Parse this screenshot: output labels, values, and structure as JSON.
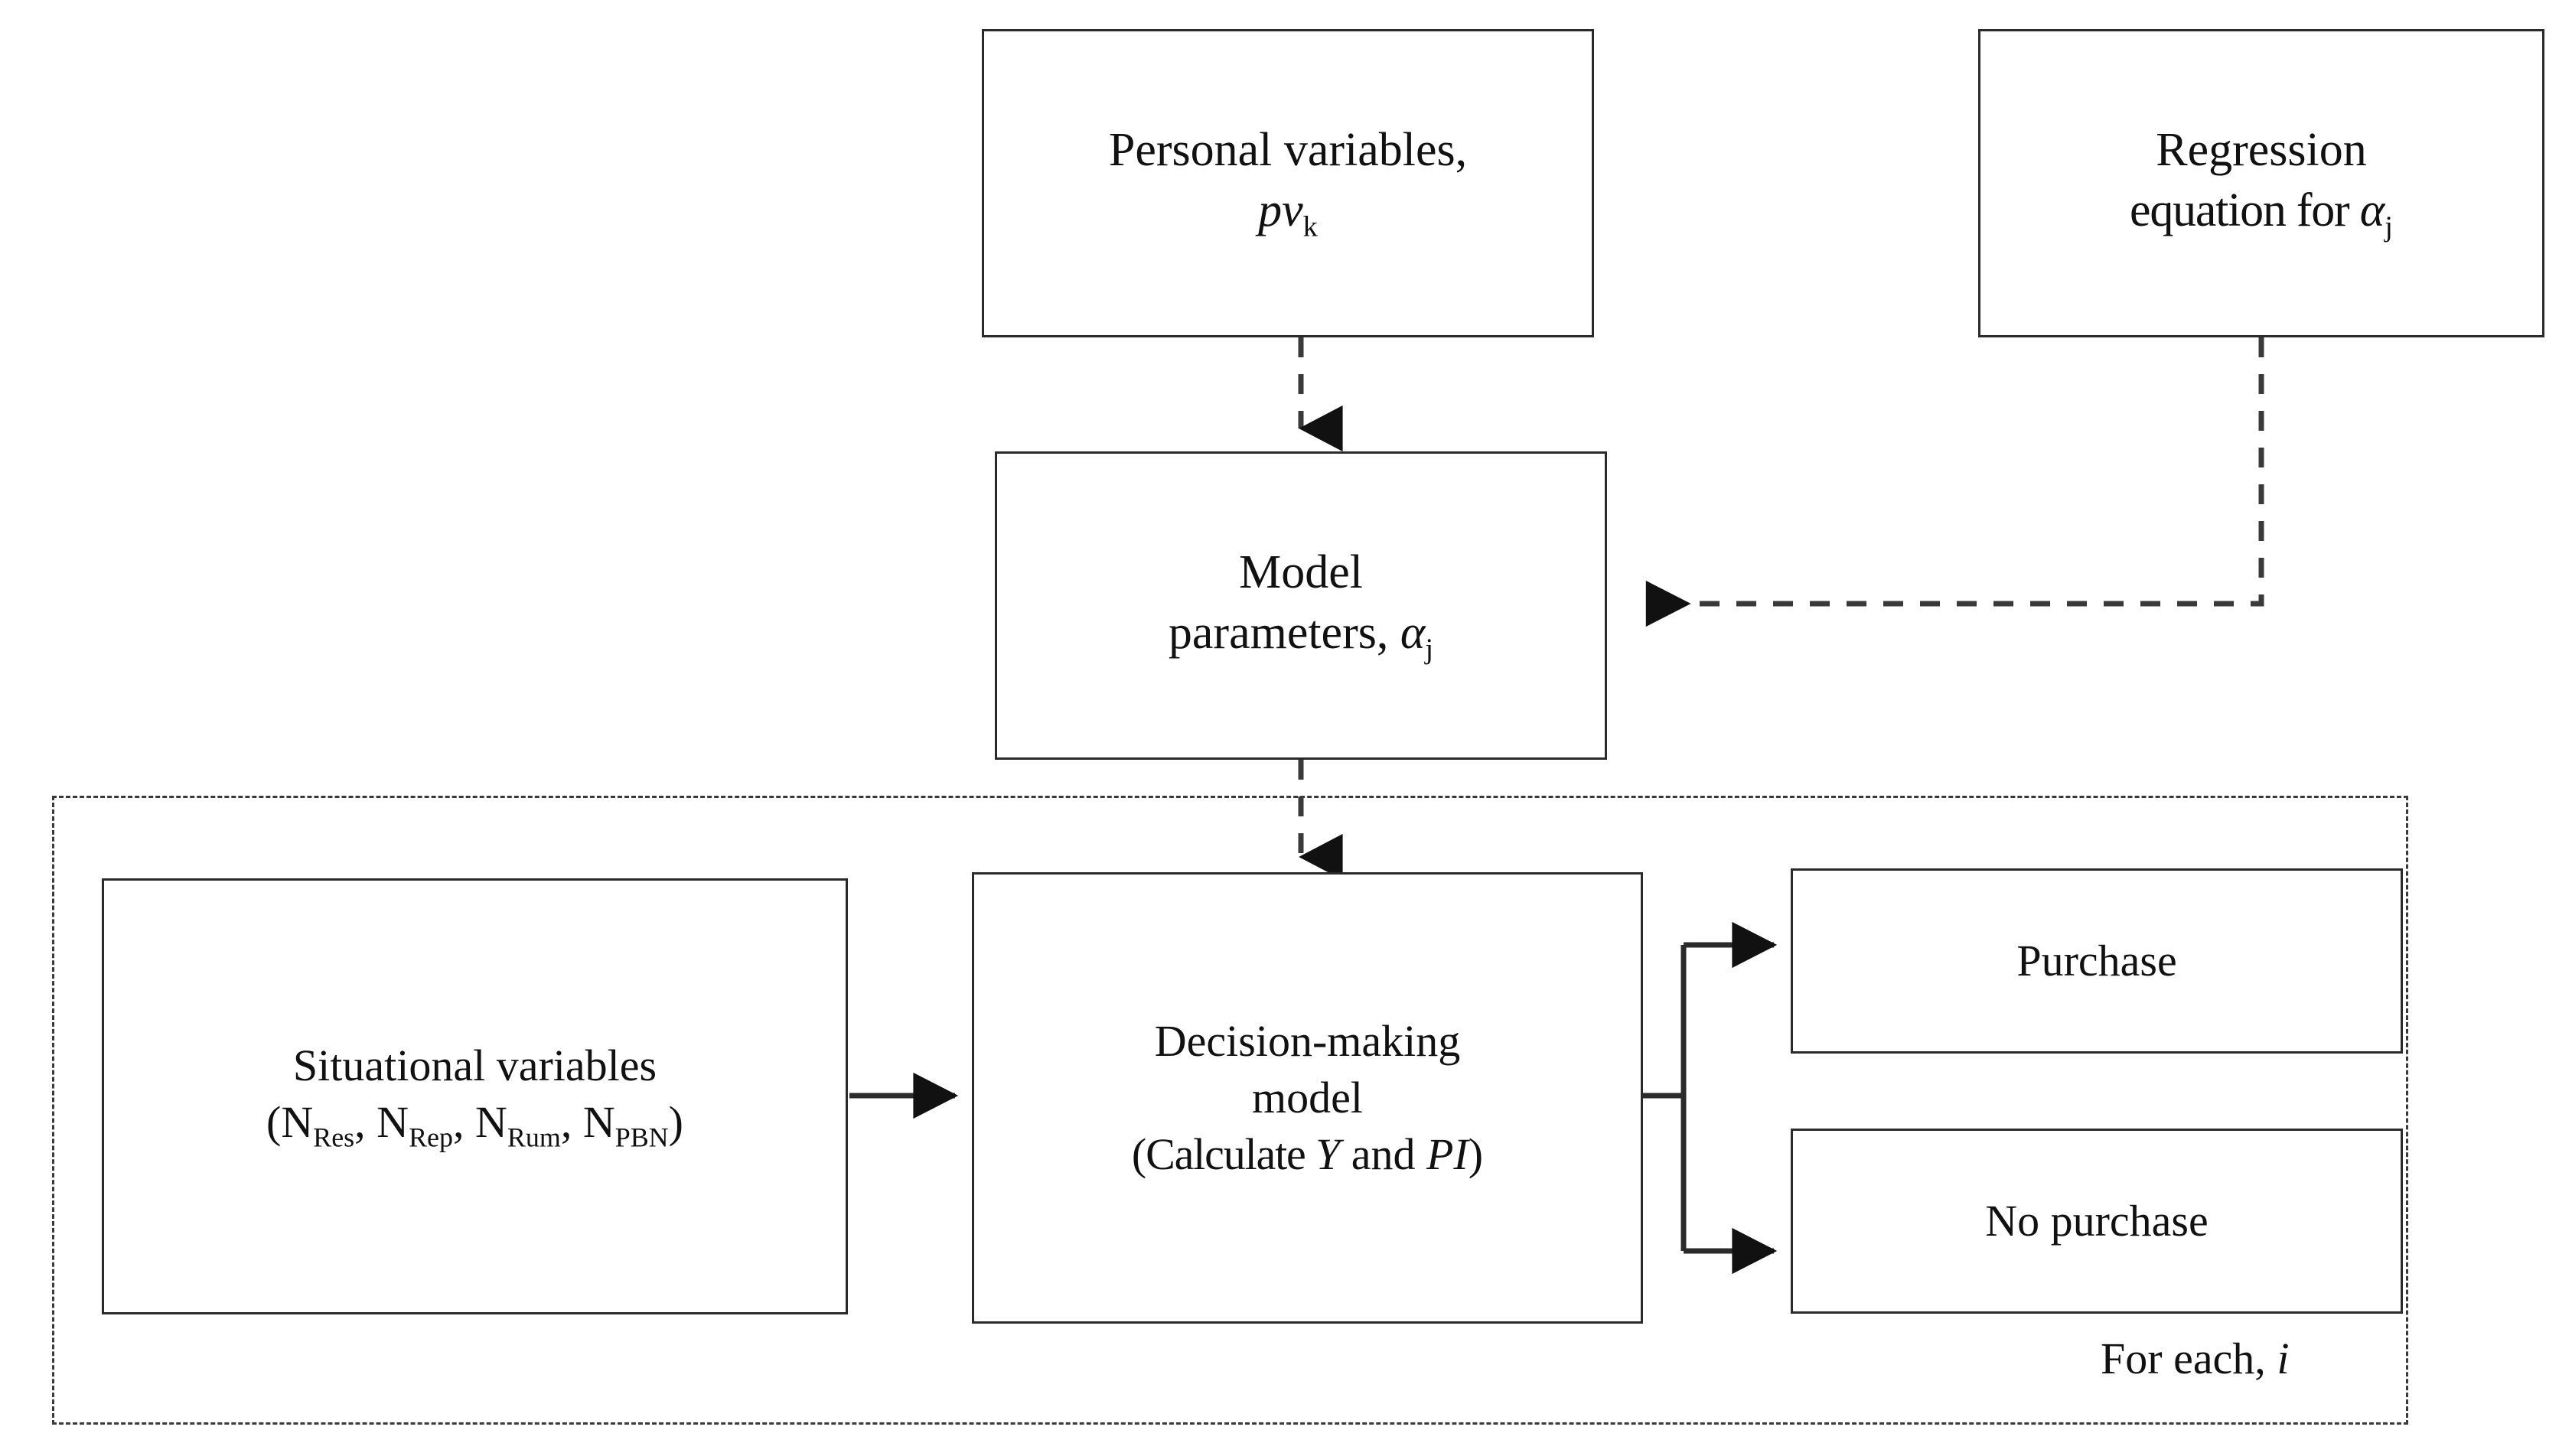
{
  "diagram": {
    "title": "Agent-based consumer decision-making model flowchart",
    "background_color": "#ffffff",
    "stroke_color": "#2b2b2b",
    "text_color": "#111111"
  },
  "nodes": {
    "personal_variables": {
      "line1": "Personal variables,",
      "line2_base": "pv",
      "line2_sub": "k"
    },
    "regression_equation": {
      "line1": "Regression",
      "line2_prefix": "equation for ",
      "line2_symbol": "α",
      "line2_sub": "j"
    },
    "model_parameters": {
      "line1": "Model",
      "line2_prefix": "parameters, ",
      "line2_symbol": "α",
      "line2_sub": "j"
    },
    "situational_variables": {
      "line1": "Situational variables",
      "vars": [
        {
          "base": "N",
          "sub": "Res"
        },
        {
          "base": "N",
          "sub": "Rep"
        },
        {
          "base": "N",
          "sub": "Rum"
        },
        {
          "base": "N",
          "sub": "PBN"
        }
      ],
      "open_paren": "(",
      "close_paren": ")",
      "separator": ","
    },
    "decision_model": {
      "line1": "Decision-making",
      "line2": "model",
      "line3_prefix": "(Calculate ",
      "line3_y": "Y",
      "line3_mid": " and ",
      "line3_pi": "PI",
      "line3_suffix": ")"
    },
    "purchase": {
      "label": "Purchase"
    },
    "no_purchase": {
      "label": "No purchase"
    }
  },
  "loop_container": {
    "label_prefix": "For each, ",
    "label_symbol": "i"
  },
  "edges": [
    {
      "name": "personal-variables-to-model-parameters",
      "style": "dashed",
      "arrow": "filled-triangle"
    },
    {
      "name": "regression-equation-to-model-parameters",
      "style": "dashed",
      "arrow": "filled-triangle"
    },
    {
      "name": "model-parameters-to-decision-model",
      "style": "dashed",
      "arrow": "filled-triangle"
    },
    {
      "name": "situational-variables-to-decision-model",
      "style": "solid",
      "arrow": "filled-triangle"
    },
    {
      "name": "decision-model-to-purchase",
      "style": "solid",
      "arrow": "filled-triangle"
    },
    {
      "name": "decision-model-to-no-purchase",
      "style": "solid",
      "arrow": "filled-triangle"
    }
  ]
}
